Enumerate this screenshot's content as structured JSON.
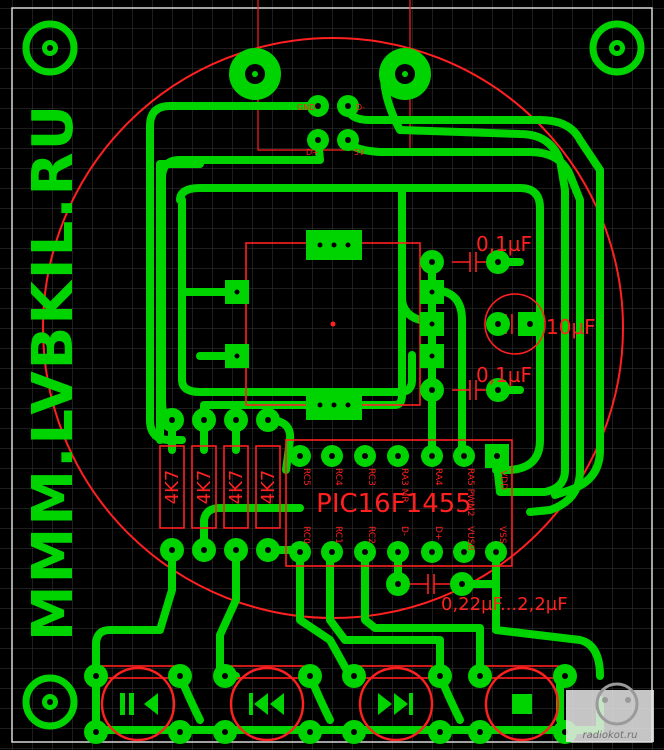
{
  "board": {
    "vertical_text": "MMM.LVBKIL.RU",
    "chip_label": "PIC16F1455",
    "watermark": "radiokot.ru"
  },
  "caps": {
    "c1": "0,1µF",
    "c2": "10µF",
    "c3": "0,1µF",
    "c4": "0,22µF...2,2µF"
  },
  "resistors": [
    "4K7",
    "4K7",
    "4K7",
    "4K7"
  ],
  "pins_top": [
    "RC5",
    "RC4",
    "RC3",
    "RA3 MR",
    "RA4",
    "RA5 PWM2",
    "VDD"
  ],
  "pins_bottom": [
    "RC0",
    "RC1",
    "RC2",
    "D-",
    "D+",
    "VUSB",
    "VSS"
  ],
  "usb_pads": [
    "GND",
    "D-",
    "D+",
    "5V"
  ],
  "buttons": [
    {
      "name": "play-pause",
      "icon": "play-pause-icon"
    },
    {
      "name": "previous",
      "icon": "previous-icon"
    },
    {
      "name": "next",
      "icon": "next-icon"
    },
    {
      "name": "stop",
      "icon": "stop-icon"
    }
  ],
  "colors": {
    "background": "#000000",
    "copper": "#00d400",
    "silkscreen": "#ff2020",
    "grid": "#3a3a3a"
  }
}
